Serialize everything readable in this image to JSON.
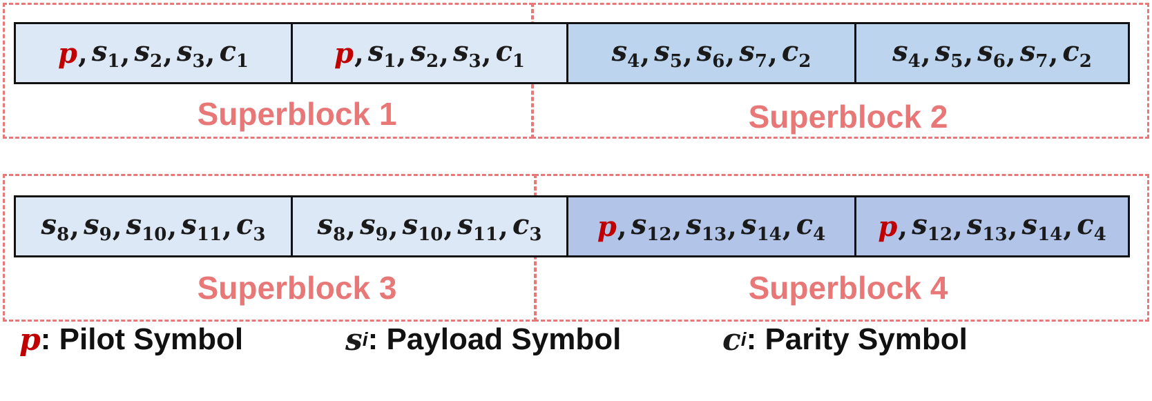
{
  "colors": {
    "pilot": "#c00000",
    "superblock_border": "#e87878",
    "block_light": "#dde8f6",
    "block_medium": "#bcd4ee",
    "block_dark": "#b2c5e8",
    "block_border": "#111111"
  },
  "superblocks": [
    {
      "label": "Superblock 1",
      "blocks": [
        {
          "fill": "light",
          "tokens": [
            {
              "base": "p",
              "pilot": true
            },
            {
              "base": "s",
              "sub": "1"
            },
            {
              "base": "s",
              "sub": "2"
            },
            {
              "base": "s",
              "sub": "3"
            },
            {
              "base": "c",
              "sub": "1"
            }
          ]
        },
        {
          "fill": "light",
          "tokens": [
            {
              "base": "p",
              "pilot": true
            },
            {
              "base": "s",
              "sub": "1"
            },
            {
              "base": "s",
              "sub": "2"
            },
            {
              "base": "s",
              "sub": "3"
            },
            {
              "base": "c",
              "sub": "1"
            }
          ]
        }
      ]
    },
    {
      "label": "Superblock 2",
      "blocks": [
        {
          "fill": "medium",
          "tokens": [
            {
              "base": "s",
              "sub": "4"
            },
            {
              "base": "s",
              "sub": "5"
            },
            {
              "base": "s",
              "sub": "6"
            },
            {
              "base": "s",
              "sub": "7"
            },
            {
              "base": "c",
              "sub": "2"
            }
          ]
        },
        {
          "fill": "medium",
          "tokens": [
            {
              "base": "s",
              "sub": "4"
            },
            {
              "base": "s",
              "sub": "5"
            },
            {
              "base": "s",
              "sub": "6"
            },
            {
              "base": "s",
              "sub": "7"
            },
            {
              "base": "c",
              "sub": "2"
            }
          ]
        }
      ]
    },
    {
      "label": "Superblock 3",
      "blocks": [
        {
          "fill": "light",
          "tokens": [
            {
              "base": "s",
              "sub": "8"
            },
            {
              "base": "s",
              "sub": "9"
            },
            {
              "base": "s",
              "sub": "10"
            },
            {
              "base": "s",
              "sub": "11"
            },
            {
              "base": "c",
              "sub": "3"
            }
          ]
        },
        {
          "fill": "light",
          "tokens": [
            {
              "base": "s",
              "sub": "8"
            },
            {
              "base": "s",
              "sub": "9"
            },
            {
              "base": "s",
              "sub": "10"
            },
            {
              "base": "s",
              "sub": "11"
            },
            {
              "base": "c",
              "sub": "3"
            }
          ]
        }
      ]
    },
    {
      "label": "Superblock 4",
      "blocks": [
        {
          "fill": "dark",
          "tokens": [
            {
              "base": "p",
              "pilot": true
            },
            {
              "base": "s",
              "sub": "12"
            },
            {
              "base": "s",
              "sub": "13"
            },
            {
              "base": "s",
              "sub": "14"
            },
            {
              "base": "c",
              "sub": "4"
            }
          ]
        },
        {
          "fill": "dark",
          "tokens": [
            {
              "base": "p",
              "pilot": true
            },
            {
              "base": "s",
              "sub": "12"
            },
            {
              "base": "s",
              "sub": "13"
            },
            {
              "base": "s",
              "sub": "14"
            },
            {
              "base": "c",
              "sub": "4"
            }
          ]
        }
      ]
    }
  ],
  "legend": {
    "pilot": {
      "symbol": "p",
      "text": ": Pilot Symbol"
    },
    "payload": {
      "symbol": "s",
      "sub": "i",
      "text": ": Payload Symbol"
    },
    "parity": {
      "symbol": "c",
      "sub": "i",
      "text": ": Parity Symbol"
    }
  }
}
